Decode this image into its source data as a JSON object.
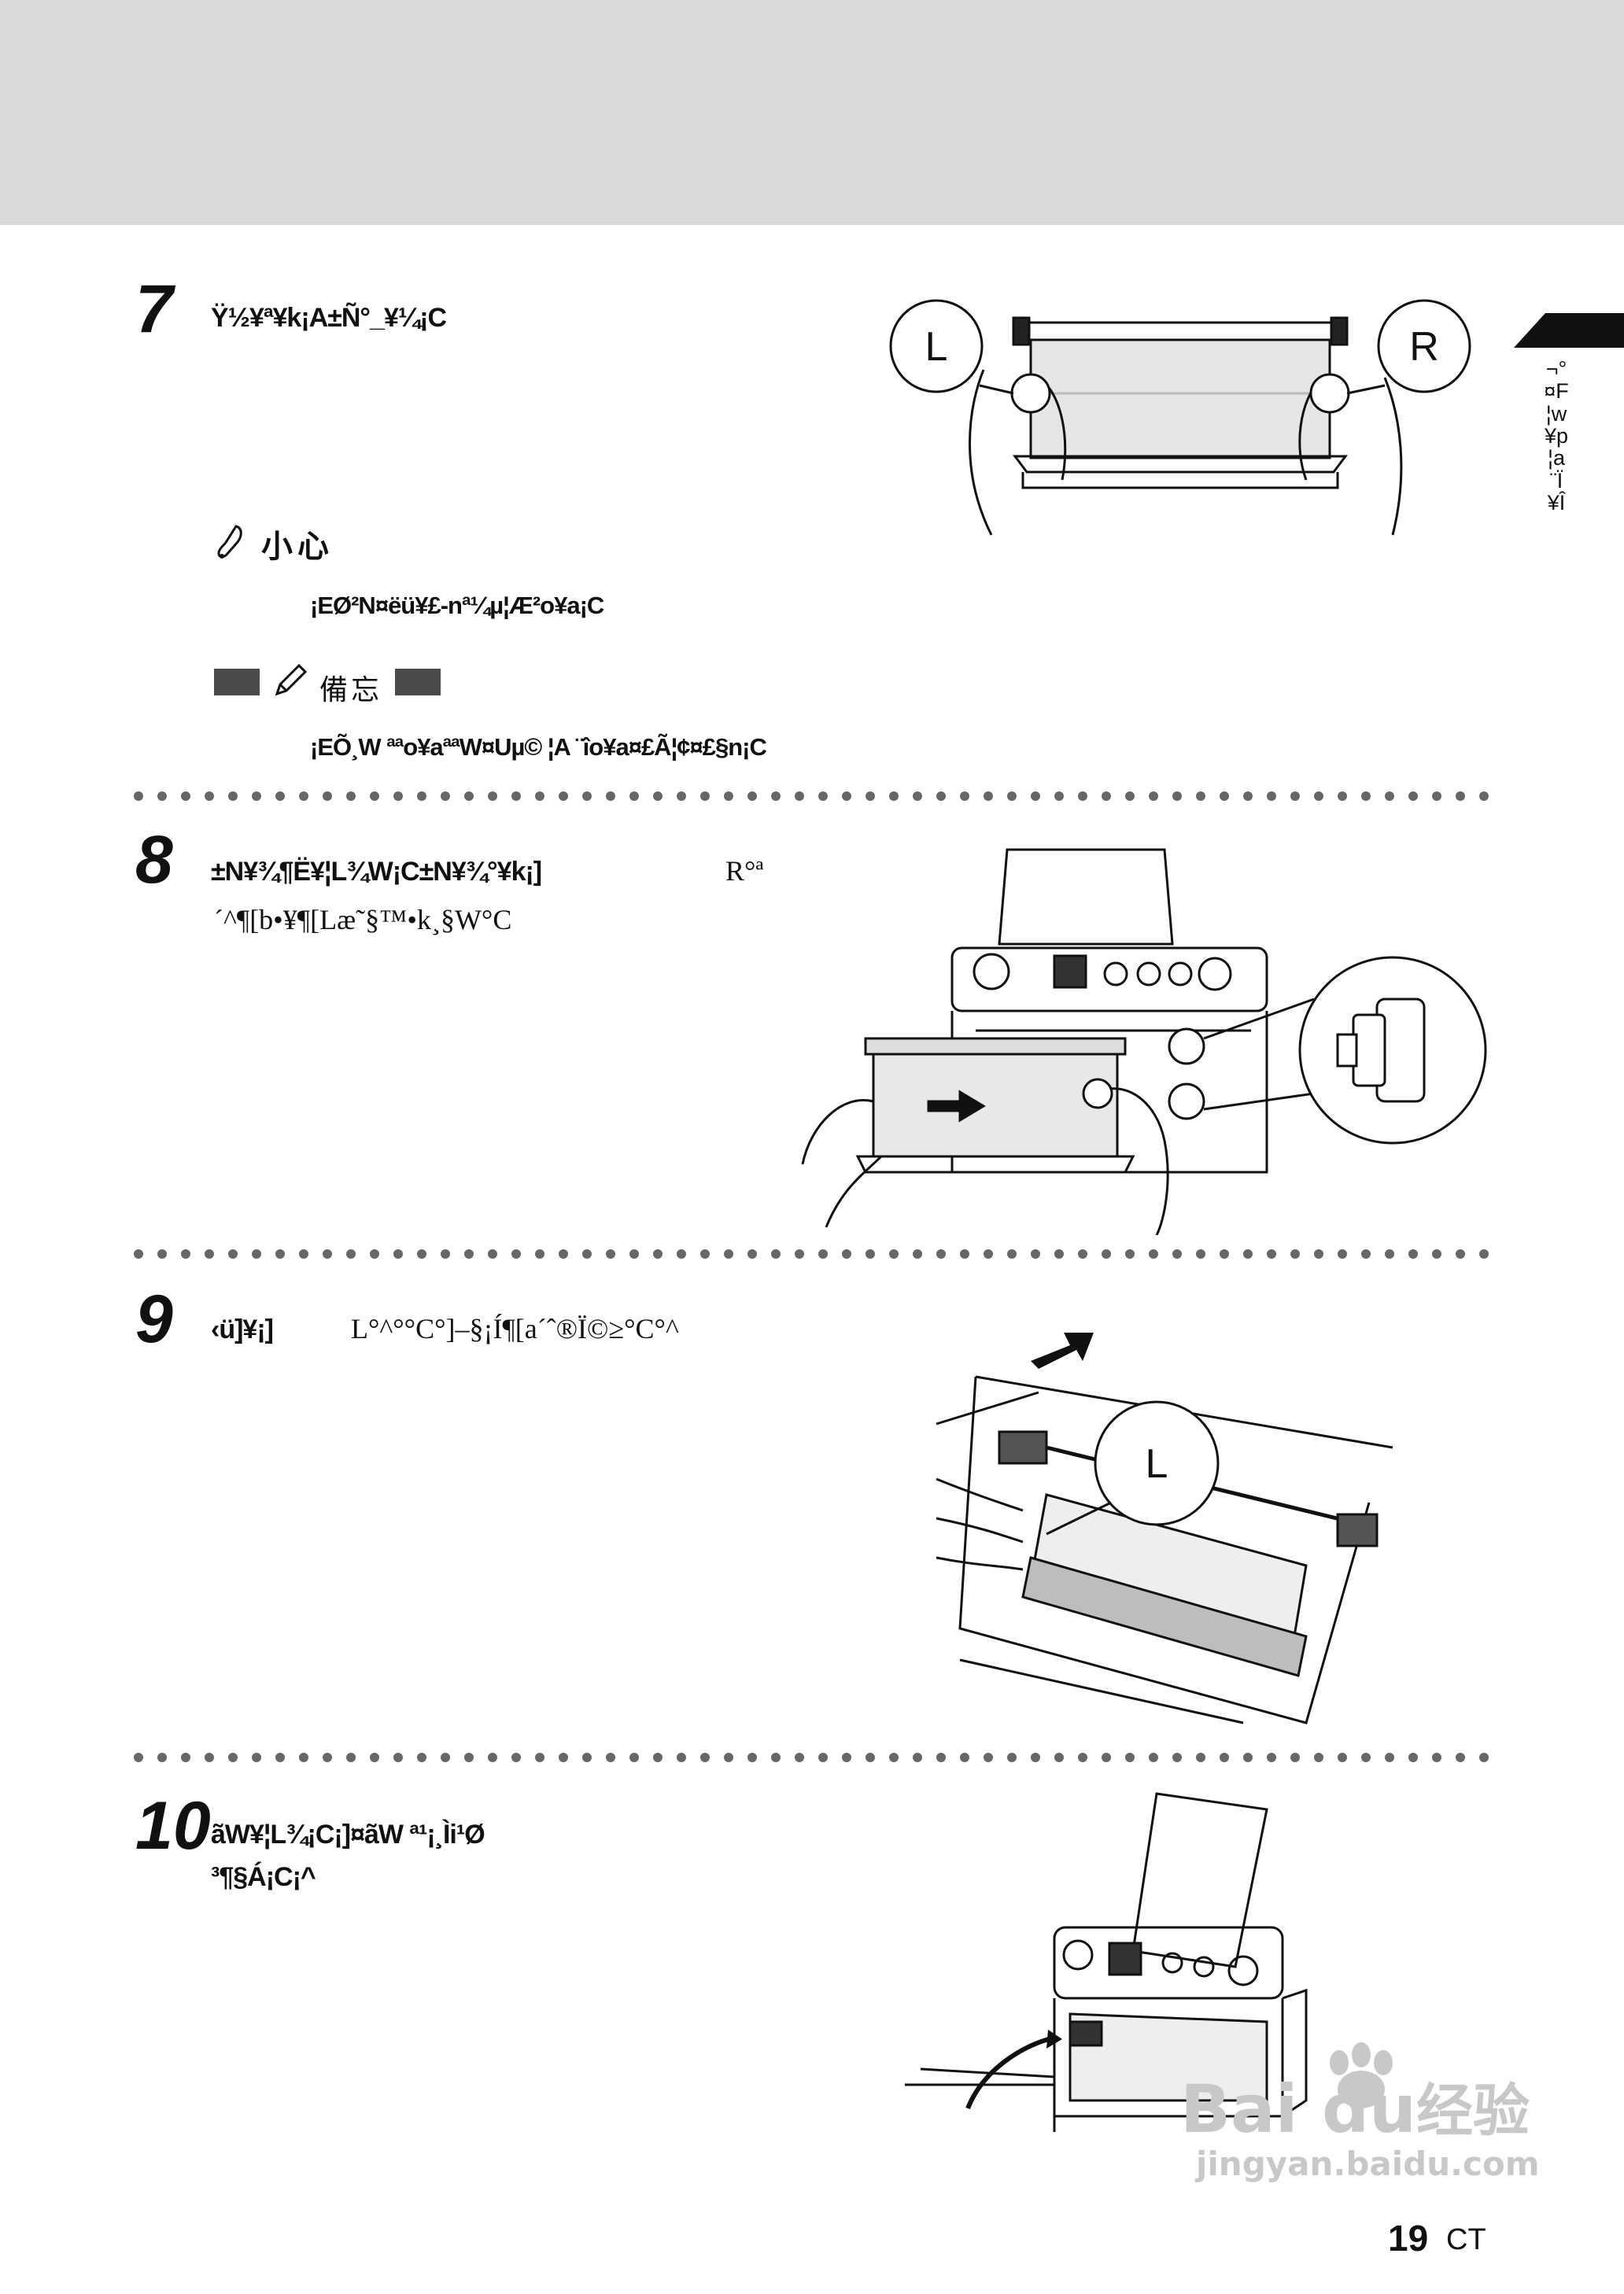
{
  "steps": [
    {
      "number": "7",
      "text": "Ÿ½¥ª¥k¡A±Ñ°_¥¼¡C"
    },
    {
      "number": "8",
      "line1": "±N¥¾¶Ë¥¦L¾W¡C±N¥¾°¥k¡]",
      "r_mark": "R°ª",
      "line2": "´^¶[b•¥¶[Læ˜§™•k¸§W°C"
    },
    {
      "number": "9",
      "bold": "‹ü]¥¡]",
      "text": "L°^°°C°]–§¡Í¶[a´ˆ®Ï©≥°C°^"
    },
    {
      "number": "10",
      "line1": "ãW¥¦L¾¡C¡]¤ãW ª¹¡¸Ìi¹Ø",
      "line2": "³¶§Á¡C¡^"
    }
  ],
  "caution": {
    "heading": "小心",
    "text": "¡EØ²N¤ëü¥£-nª¼µ¦Æ²o¥a¡C"
  },
  "memo": {
    "heading": "備忘",
    "text": "¡EÕ¸W ªªo¥aªªW¤Uµ© ¦A ¨îo¥a¤£Ã¦¢¤£§n¡C"
  },
  "callouts": {
    "left": "L",
    "right": "R",
    "step9": "L"
  },
  "side_tab": {
    "text": "¬°\n¤F\n¦w\n¥p\n¦a\n¨Ï\n¥Î"
  },
  "page": {
    "number": "19",
    "suffix": "CT"
  },
  "watermark": {
    "brand": "Bai",
    "brand2": "du",
    "cn": "经验",
    "url": "jingyan.baidu.com"
  },
  "colors": {
    "top_band": "#d9d9d9",
    "dots": "#666666",
    "text": "#111111"
  }
}
